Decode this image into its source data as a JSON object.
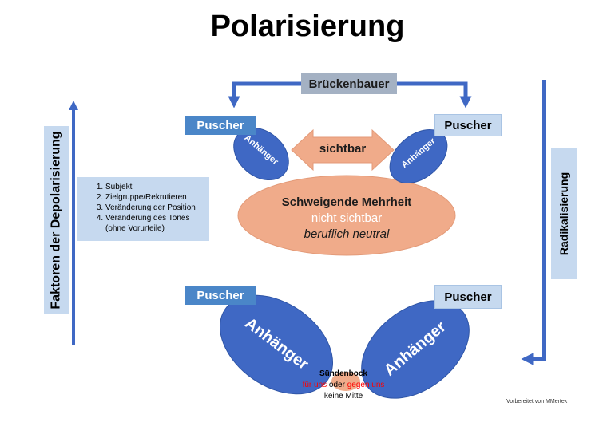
{
  "title": "Polarisierung",
  "bridge_label": "Brückenbauer",
  "pusher_label": "Puscher",
  "follower_label": "Anhänger",
  "visible_label": "sichtbar",
  "majority": {
    "title": "Schweigende Mehrheit",
    "line2": "nicht sichtbar",
    "line3": "beruflich neutral"
  },
  "left_axis_label": "Faktoren der Depolarisierung",
  "right_axis_label": "Radikalisierung",
  "factors": [
    "Subjekt",
    "Zielgruppe/Rekrutieren",
    "Veränderung der Position",
    "Veränderung des Tones (ohne Vorurteile)"
  ],
  "scapegoat": {
    "title": "Sündenbock",
    "for_text": "für uns",
    "or_text": "oder",
    "against_text": "gegen uns",
    "no_middle": "keine Mitte"
  },
  "credit": "Vorbereitet von MMertek",
  "colors": {
    "dark_blue": "#4a86c8",
    "ellipse_blue": "#3f68c4",
    "light_blue": "#c6d9ef",
    "orange": "#f0ab8a",
    "red_text": "#ff0000",
    "majority_text": "#ffffff"
  }
}
